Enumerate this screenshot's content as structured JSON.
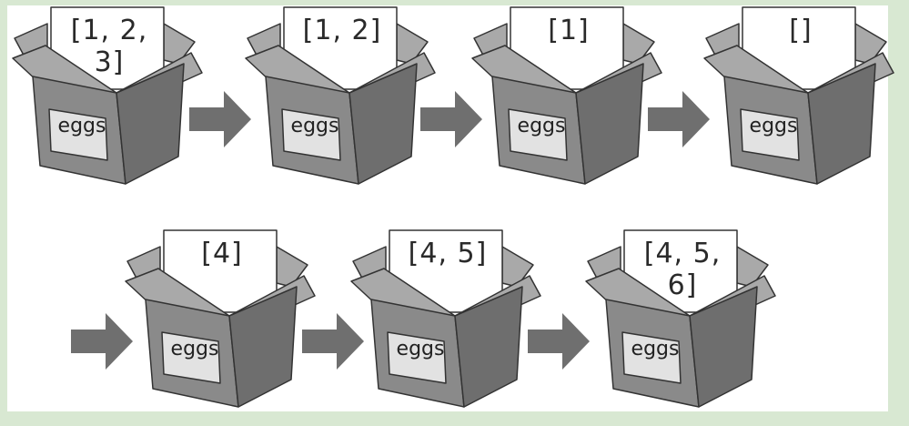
{
  "colors": {
    "background": "#d8e8d2",
    "panel": "#ffffff",
    "box_front": "#8a8a8a",
    "box_side": "#6e6e6e",
    "flap": "#a9a9a9",
    "arrow": "#6f6f6f",
    "card": "#ffffff",
    "label": "#e2e2e2"
  },
  "icons": {
    "box": "open-cardboard-box",
    "arrow": "right-arrow"
  },
  "top_row": {
    "boxes": [
      {
        "card_text": "[1, 2, 3]",
        "label": "eggs"
      },
      {
        "card_text": "[1, 2]",
        "label": "eggs"
      },
      {
        "card_text": "[1]",
        "label": "eggs"
      },
      {
        "card_text": "[]",
        "label": "eggs"
      }
    ]
  },
  "bottom_row": {
    "boxes": [
      {
        "card_text": "[4]",
        "label": "eggs"
      },
      {
        "card_text": "[4, 5]",
        "label": "eggs"
      },
      {
        "card_text": "[4, 5, 6]",
        "label": "eggs"
      }
    ]
  }
}
